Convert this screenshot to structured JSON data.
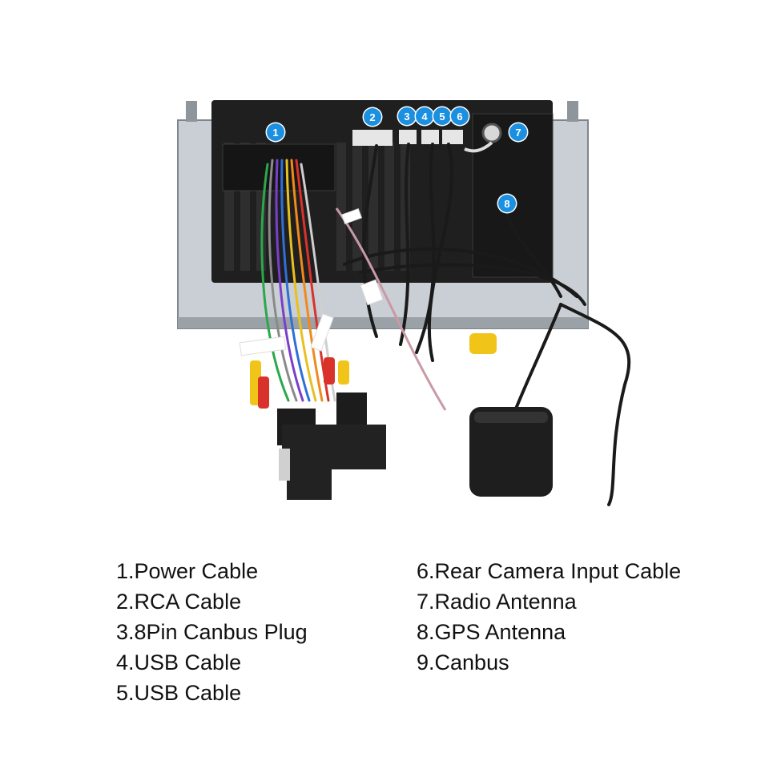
{
  "callouts": [
    "1",
    "2",
    "3",
    "4",
    "5",
    "6",
    "7",
    "8"
  ],
  "legend": {
    "left": [
      "1.Power Cable",
      "2.RCA Cable",
      "3.8Pin Canbus Plug",
      "4.USB Cable",
      "5.USB Cable"
    ],
    "right": [
      "6.Rear Camera Input Cable",
      "7.Radio Antenna",
      "8.GPS Antenna",
      "9.Canbus"
    ]
  },
  "colors": {
    "badge": "#1b8fe0",
    "chassis": "#c9cfd4",
    "backplate": "#1f1f1f",
    "cable_black": "#1a1a1a",
    "rca_red": "#d9322b",
    "rca_yellow": "#f0c419"
  }
}
